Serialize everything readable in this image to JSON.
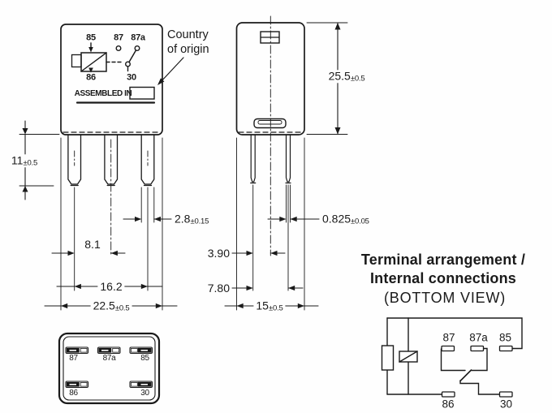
{
  "colors": {
    "ink": "#1a1a1a",
    "background": "#fefefe"
  },
  "front_view": {
    "terminals": {
      "t85": "85",
      "t87": "87",
      "t87a": "87a",
      "t86": "86",
      "t30": "30"
    },
    "assembled_in": "ASSEMBLED IN",
    "country_note": "Country\nof origin"
  },
  "dimensions": {
    "pin_length": {
      "value": "11",
      "tol": "±0.5"
    },
    "pin_width_front": {
      "value": "2.8",
      "tol": "±0.15"
    },
    "pin_pitch_front": "8.1",
    "pin_spread_front": "16.2",
    "body_width": {
      "value": "22.5",
      "tol": "±0.5"
    },
    "body_height": {
      "value": "25.5",
      "tol": "±0.5"
    },
    "pin_thickness_side": {
      "value": "0.825",
      "tol": "±0.05"
    },
    "pin_pitch_side": "3.90",
    "pin_spread_side": "7.80",
    "body_depth": {
      "value": "15",
      "tol": "±0.5"
    }
  },
  "bottom_view": {
    "labels": {
      "t87": "87",
      "t87a": "87a",
      "t85": "85",
      "t86": "86",
      "t30": "30"
    }
  },
  "schematic": {
    "title_line1": "Terminal arrangement /",
    "title_line2": "Internal connections",
    "title_line3": "(BOTTOM VIEW)",
    "labels": {
      "t87": "87",
      "t87a": "87a",
      "t85": "85",
      "t86": "86",
      "t30": "30"
    }
  }
}
